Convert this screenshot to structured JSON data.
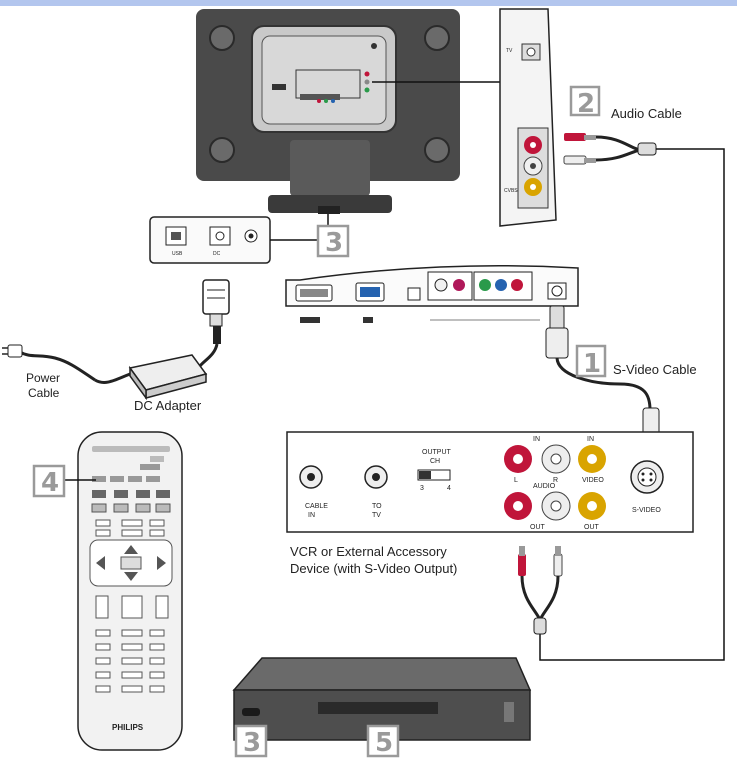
{
  "steps": {
    "step1": {
      "number": "1",
      "label": "S-Video Cable"
    },
    "step2": {
      "number": "2",
      "label": "Audio Cable"
    },
    "step3_adapter": {
      "number": "3"
    },
    "step3_vcr": {
      "number": "3"
    },
    "step4": {
      "number": "4"
    },
    "step5": {
      "number": "5"
    }
  },
  "labels": {
    "power_cable_line1": "Power",
    "power_cable_line2": "Cable",
    "dc_adapter": "DC Adapter",
    "device_line1": "VCR or External Accessory",
    "device_line2": "Device (with S-Video Output)"
  },
  "vcr_panel": {
    "cable_in_1": "CABLE",
    "cable_in_2": "IN",
    "to_tv_1": "TO",
    "to_tv_2": "TV",
    "output_1": "OUTPUT",
    "output_2": "CH",
    "ch3": "3",
    "ch4": "4",
    "in_left": "IN",
    "in_right": "IN",
    "l": "L",
    "r": "R",
    "audio": "AUDIO",
    "video_in": "VIDEO",
    "out_left": "OUT",
    "out_right": "OUT",
    "svideo": "S-VIDEO"
  },
  "remote": {
    "brand": "PHILIPS"
  },
  "colors": {
    "accent_blue": "#b3c6ee",
    "monitor_gray": "#4a4a4a",
    "jack_red": "#c0153a",
    "jack_yellow": "#d9a400",
    "jack_green": "#2a9a4a",
    "jack_blue": "#2563b0",
    "jack_magenta": "#b0185a",
    "step_gray": "#9a9a9a"
  }
}
